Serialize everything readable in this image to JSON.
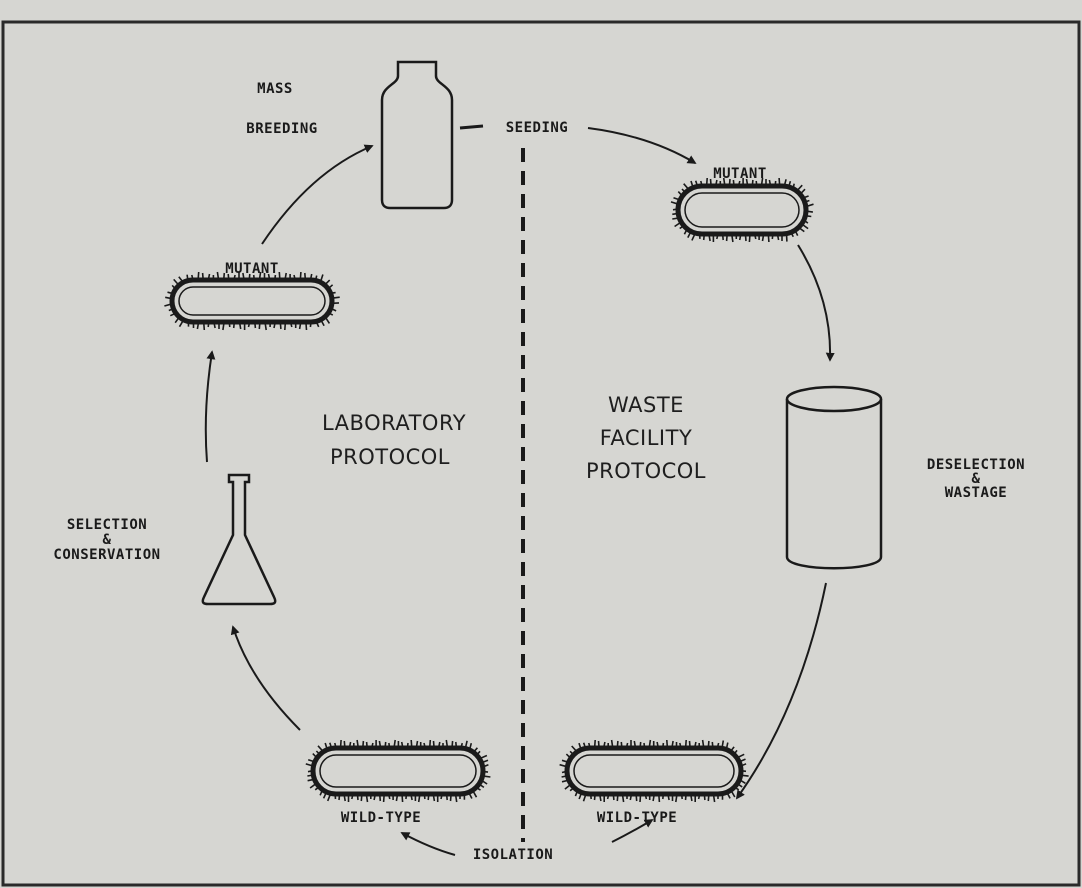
{
  "labels": {
    "mass_breeding": [
      "MASS",
      "BREEDING"
    ],
    "seeding": "SEEDING",
    "mutant_left": "MUTANT",
    "mutant_right": "MUTANT",
    "laboratory_protocol": [
      "LABORATORY",
      "PROTOCOL"
    ],
    "waste_facility_protocol": [
      "WASTE",
      "FACILITY",
      "PROTOCOL"
    ],
    "deselection_wastage": [
      "DESELECTION",
      "&",
      "WASTAGE"
    ],
    "selection_conservation": [
      "SELECTION",
      "&",
      "CONSERVATION"
    ],
    "wild_type_left": "WILD-TYPE",
    "wild_type_right": "WILD-TYPE",
    "isolation": "ISOLATION"
  },
  "colors": {
    "background": "#d6d6d2",
    "ink": "#1a1a1a",
    "frame": "#2a2a2a"
  }
}
